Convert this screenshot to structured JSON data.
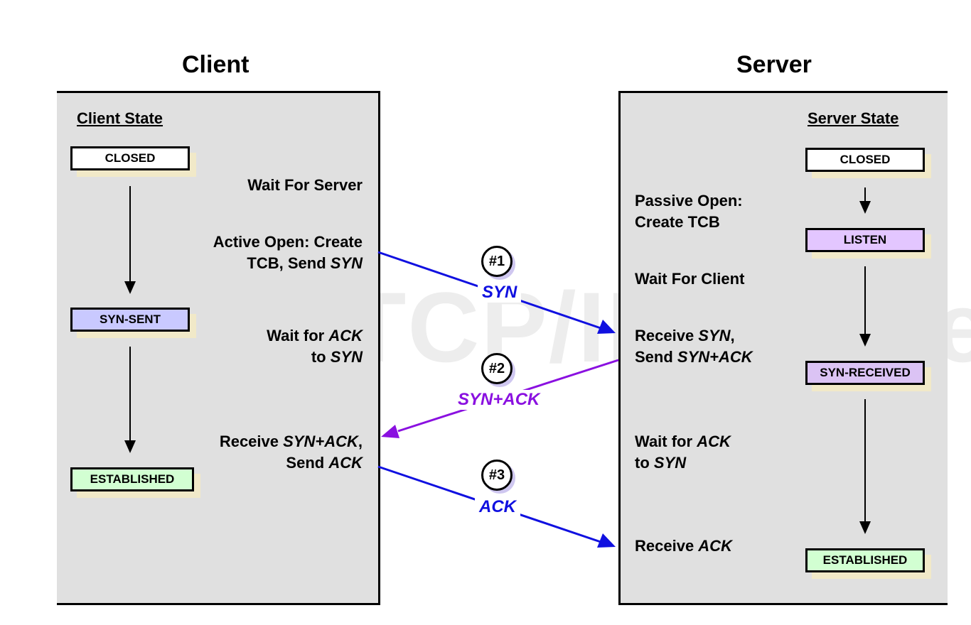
{
  "headings": {
    "client": "Client",
    "server": "Server"
  },
  "client": {
    "state_title": "Client State",
    "states": [
      "CLOSED",
      "SYN-SENT",
      "ESTABLISHED"
    ],
    "labels": {
      "wait_server": "Wait For Server",
      "active_open_1": "Active Open: Create",
      "active_open_2_a": "TCB, Send ",
      "active_open_2_b": "SYN",
      "wait_ack_1_a": "Wait for ",
      "wait_ack_1_b": "ACK",
      "wait_ack_2_a": "to ",
      "wait_ack_2_b": "SYN",
      "recv_synack_1_a": "Receive ",
      "recv_synack_1_b": "SYN+ACK",
      "recv_synack_1_c": ",",
      "recv_synack_2_a": "Send ",
      "recv_synack_2_b": "ACK"
    }
  },
  "server": {
    "state_title": "Server State",
    "states": [
      "CLOSED",
      "LISTEN",
      "SYN-RECEIVED",
      "ESTABLISHED"
    ],
    "labels": {
      "passive_1": "Passive Open:",
      "passive_2": "Create TCB",
      "wait_client": "Wait For Client",
      "recv_syn_1_a": "Receive ",
      "recv_syn_1_b": "SYN",
      "recv_syn_1_c": ",",
      "recv_syn_2_a": "Send ",
      "recv_syn_2_b": "SYN+ACK",
      "wait_ack_1_a": "Wait for ",
      "wait_ack_1_b": "ACK",
      "wait_ack_2_a": "to ",
      "wait_ack_2_b": "SYN",
      "recv_ack_a": "Receive ",
      "recv_ack_b": "ACK"
    }
  },
  "messages": [
    {
      "step": "#1",
      "label": "SYN",
      "color": "#1010e0"
    },
    {
      "step": "#2",
      "label": "SYN+ACK",
      "color": "#8a10e0"
    },
    {
      "step": "#3",
      "label": "ACK",
      "color": "#1010e0"
    }
  ],
  "watermark": "The TCP/IP Guide"
}
